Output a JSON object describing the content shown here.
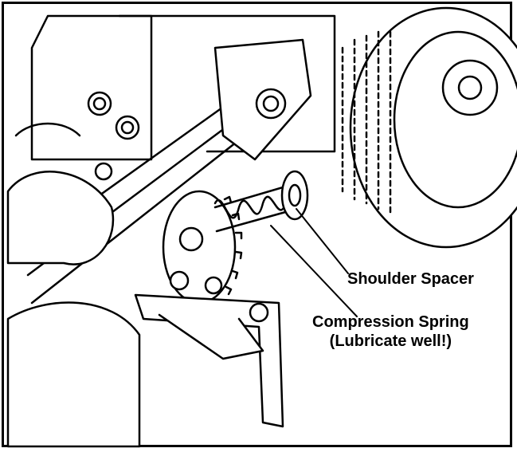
{
  "illustration": {
    "labels": {
      "shoulder_spacer": "Shoulder Spacer",
      "compression_spring": "Compression Spring",
      "lubricate_note": "(Lubricate well!)"
    },
    "colors": {
      "ink": "#000000",
      "paper": "#ffffff"
    }
  }
}
